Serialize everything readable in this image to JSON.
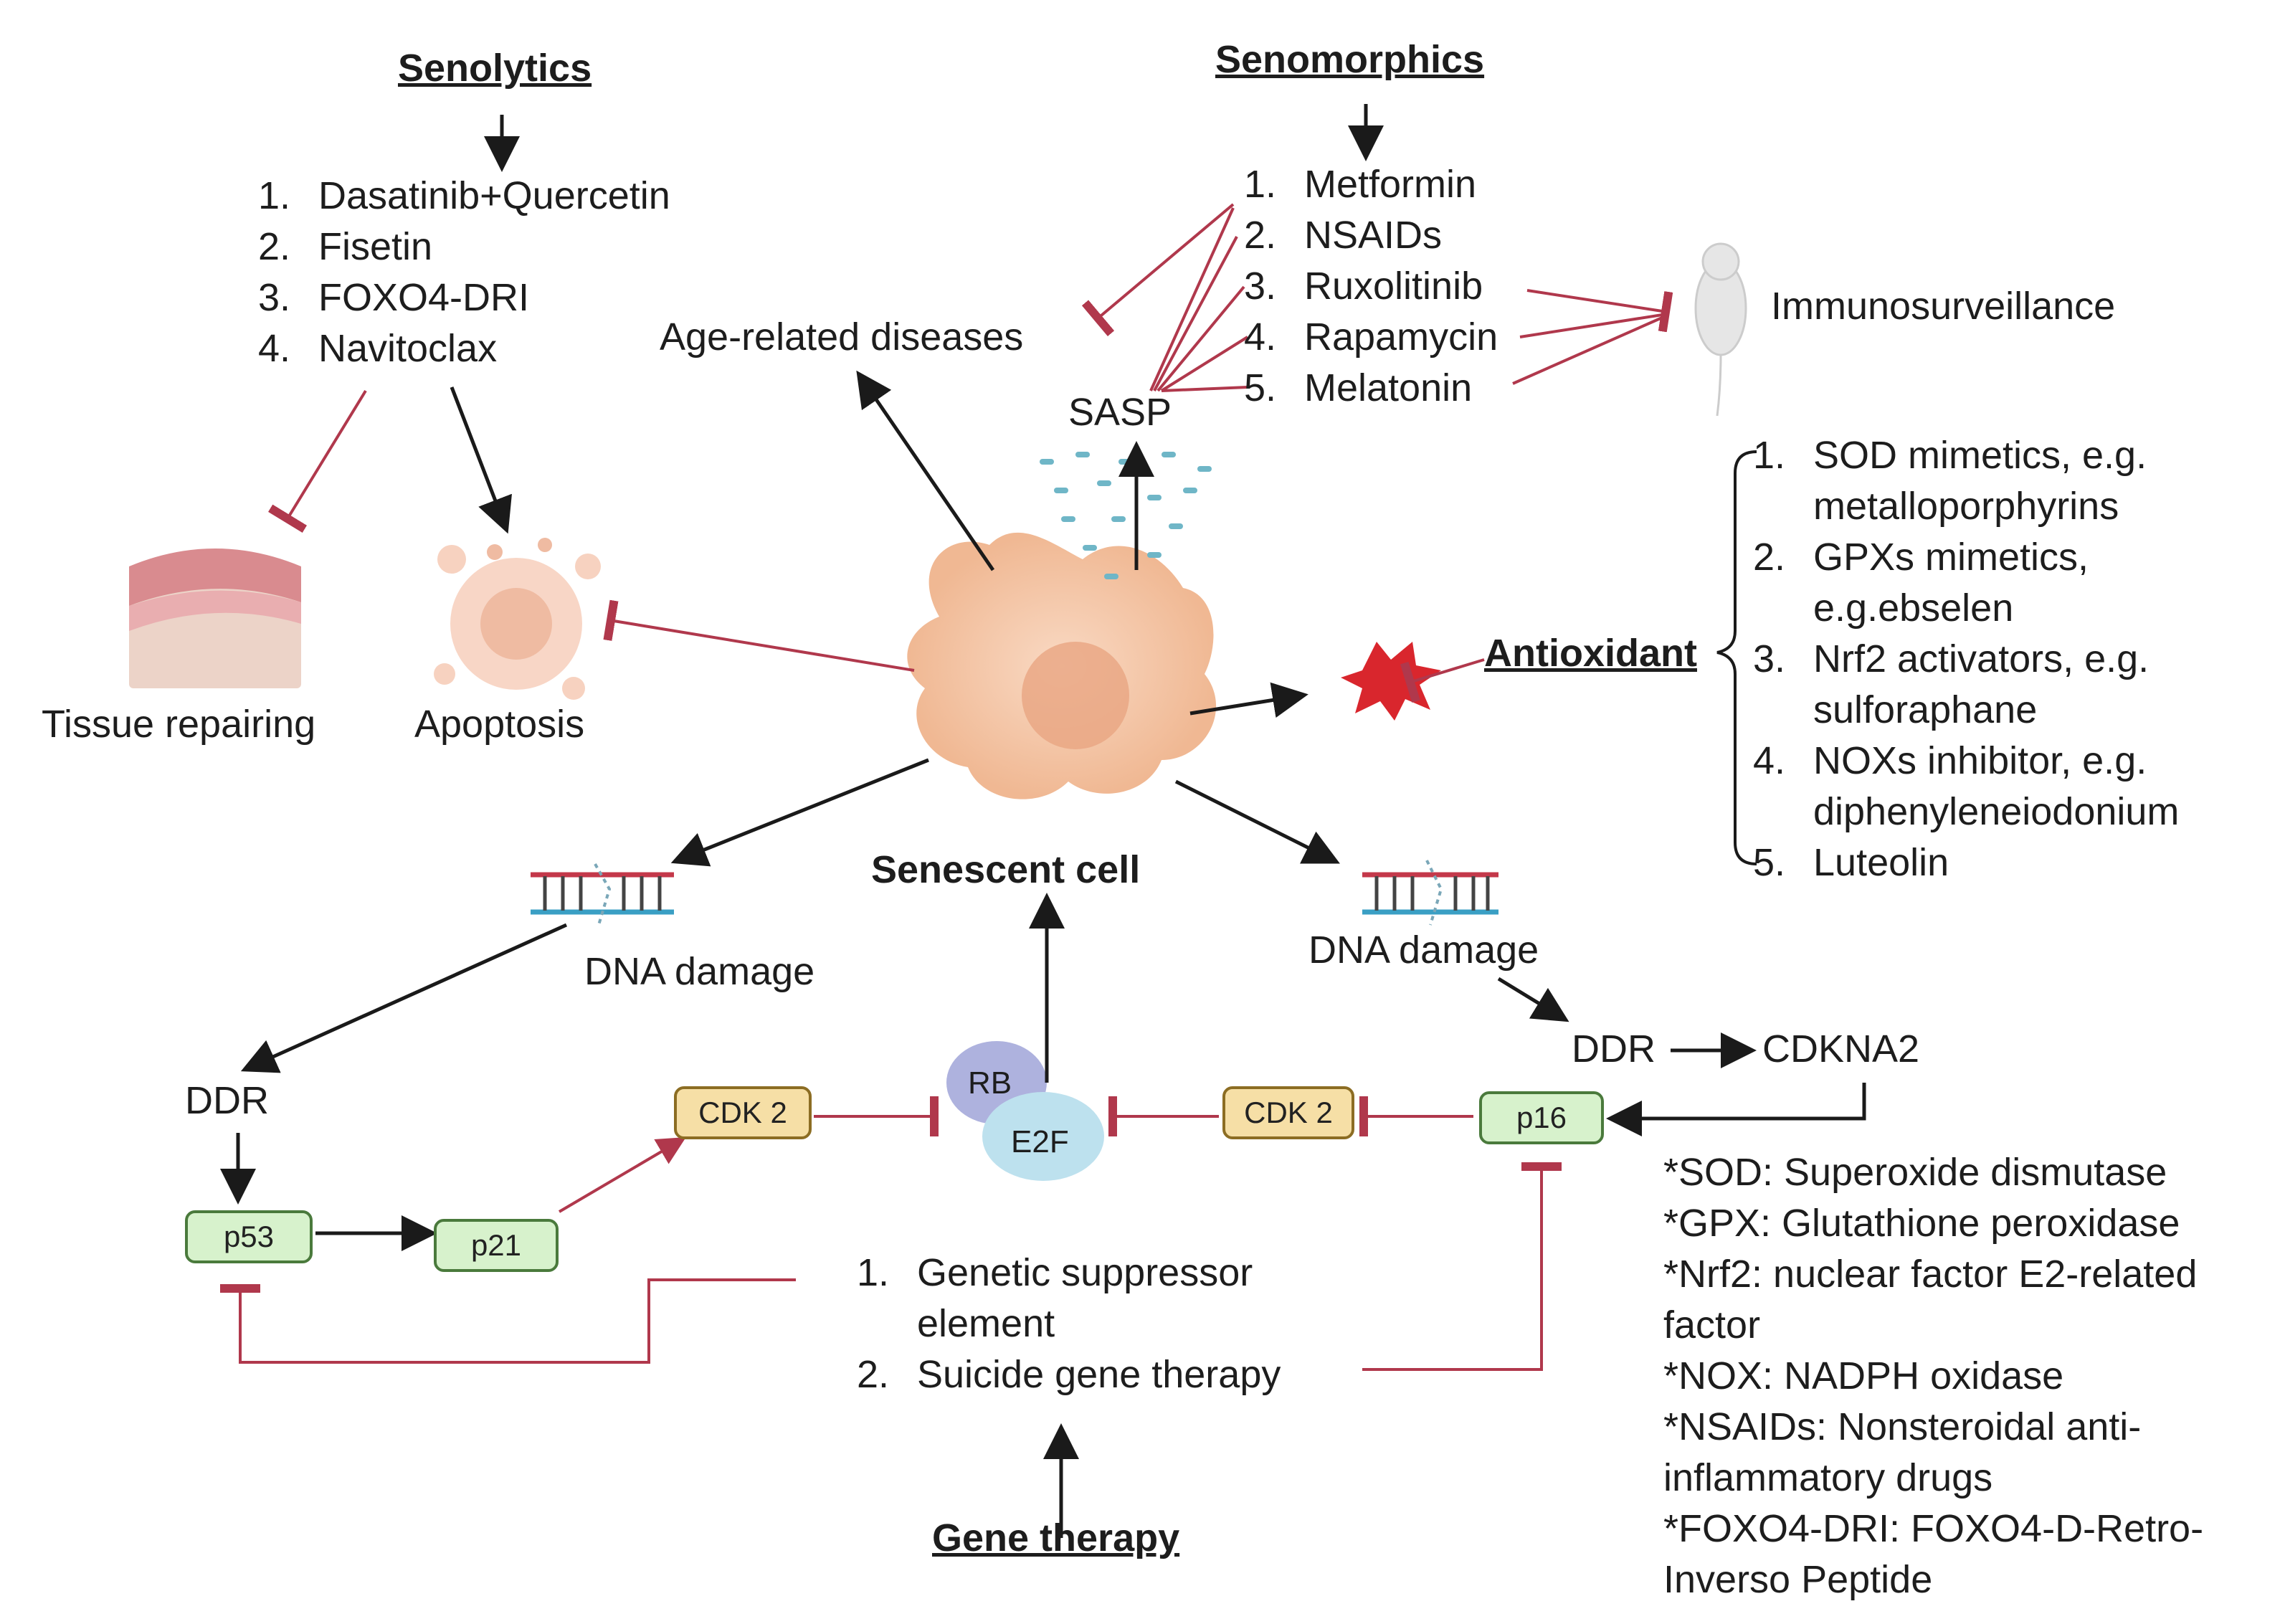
{
  "senolytics": {
    "heading": "Senolytics",
    "items": [
      "Dasatinib+Quercetin",
      "Fisetin",
      "FOXO4-DRI",
      "Navitoclax"
    ]
  },
  "senomorphics": {
    "heading": "Senomorphics",
    "items": [
      "Metformin",
      "NSAIDs",
      "Ruxolitinib",
      "Rapamycin",
      "Melatonin"
    ]
  },
  "antioxidant": {
    "heading": "Antioxidant",
    "items": [
      [
        "SOD mimetics, e.g.",
        "metalloporphyrins"
      ],
      [
        "GPXs mimetics,",
        "e.g.ebselen"
      ],
      [
        "Nrf2 activators, e.g.",
        "sulforaphane"
      ],
      [
        "NOXs inhibitor, e.g.",
        "diphenyleneiodonium"
      ],
      [
        "Luteolin"
      ]
    ]
  },
  "gene_therapy": {
    "heading": "Gene therapy",
    "items": [
      [
        "Genetic suppressor",
        "element"
      ],
      [
        "Suicide gene therapy"
      ]
    ]
  },
  "labels": {
    "age_related": "Age-related diseases",
    "sasp": "SASP",
    "immuno": "Immunosurveillance",
    "tissue": "Tissue repairing",
    "apoptosis": "Apoptosis",
    "senescent": "Senescent cell",
    "dna_left": "DNA damage",
    "dna_right": "DNA damage",
    "ddr_left": "DDR",
    "ddr_right": "DDR",
    "cdkna2": "CDKNA2",
    "p53": "p53",
    "p21": "p21",
    "cdk2_left": "CDK 2",
    "cdk2_right": "CDK 2",
    "rb": "RB",
    "e2f": "E2F",
    "p16": "p16"
  },
  "abbreviations": [
    "*SOD: Superoxide dismutase",
    "*GPX: Glutathione peroxidase",
    "*Nrf2: nuclear factor E2-related factor",
    "*NOX: NADPH oxidase",
    "*NSAIDs: Nonsteroidal anti-inflammatory drugs",
    "*FOXO4-DRI: FOXO4-D-Retro-Inverso Peptide"
  ],
  "colors": {
    "activation_arrow": "#1a1a1a",
    "inhibition_line": "#b0384c",
    "protein_box_green": "#d7f2cc",
    "protein_box_tan": "#f6dfa6",
    "cell": "#f4c5a4"
  }
}
